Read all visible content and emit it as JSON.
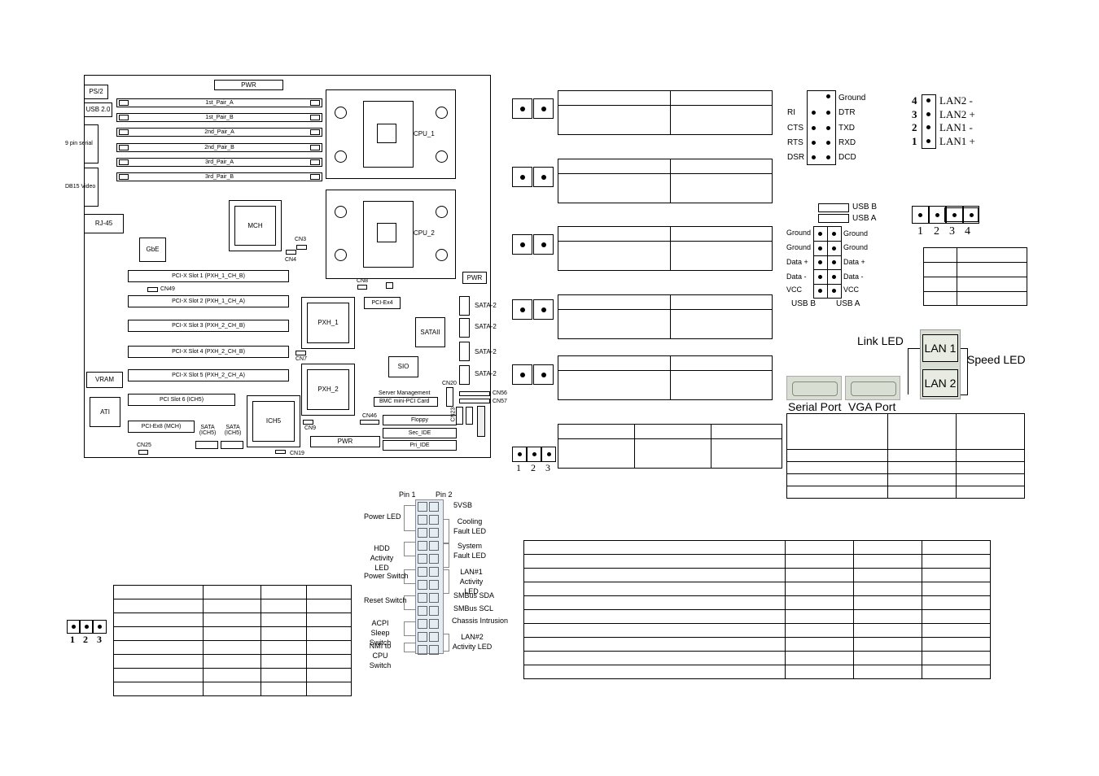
{
  "board": {
    "ps2": "PS/2",
    "usb20": "USB 2.0",
    "serial9": "9 pin serial",
    "db15": "DB15 Video",
    "rj45": "RJ-45",
    "gbe": "GbE",
    "mch": "MCH",
    "vram": "VRAM",
    "ati": "ATI",
    "pwr_top": "PWR",
    "pwr_right": "PWR",
    "pwr_bottom": "PWR",
    "cpu1": "CPU_1",
    "cpu2": "CPU_2",
    "dimms": [
      "1st_Pair_A",
      "1st_Pair_B",
      "2nd_Pair_A",
      "2nd_Pair_B",
      "3rd_Pair_A",
      "3rd_Pair_B"
    ],
    "pcix": [
      "PCI-X Slot 1 (PXH_1_CH_B)",
      "PCI-X Slot 2 (PXH_1_CH_A)",
      "PCI-X Slot 3 (PXH_2_CH_B)",
      "PCI-X Slot 4 (PXH_2_CH_B)",
      "PCI-X Slot 5 (PXH_2_CH_A)"
    ],
    "pci6": "PCI Slot 6 (ICH5)",
    "pciex8": "PCI-Ex8 (MCH)",
    "sata1": "SATA (ICH5)",
    "sata2": "SATA (ICH5)",
    "pxh1": "PXH_1",
    "pxh2": "PXH_2",
    "ich5": "ICH5",
    "pciex4": "PCI-Ex4",
    "sataii": "SATAII",
    "sio": "SIO",
    "server_mgmt": "Server Management",
    "bmc": "BMC mini-PCI Card",
    "floppy": "Floppy",
    "sec_ide": "Sec_IDE",
    "pri_ide": "Pri_IDE",
    "sata_right": [
      "SATA-2",
      "SATA-2",
      "SATA-2",
      "SATA-2"
    ],
    "cn3": "CN3",
    "cn4": "CN4",
    "cn49": "CN49",
    "cn8": "CN8",
    "cn7": "CN7",
    "cn9": "CN9",
    "cn46": "CN46",
    "cn19": "CN19",
    "cn25": "CN25",
    "cn20": "CN20",
    "cn23": "CN23",
    "cn56": "CN56",
    "cn57": "CN57"
  },
  "jumper3_nums": [
    "1",
    "2",
    "3"
  ],
  "jumper3_left_nums": [
    "1",
    "2",
    "3"
  ],
  "serial": {
    "left": [
      "RI",
      "CTS",
      "RTS",
      "DSR"
    ],
    "right": [
      "Ground",
      "DTR",
      "TXD",
      "RXD",
      "DCD"
    ]
  },
  "lan_pins": [
    {
      "num": "4",
      "label": "LAN2 -"
    },
    {
      "num": "3",
      "label": "LAN2 +"
    },
    {
      "num": "2",
      "label": "LAN1 -"
    },
    {
      "num": "1",
      "label": "LAN1 +"
    }
  ],
  "usb": {
    "usb_b": "USB B",
    "usb_a": "USB A",
    "left": [
      "Ground",
      "Ground",
      "Data +",
      "Data -",
      "VCC"
    ],
    "right": [
      "Ground",
      "Ground",
      "Data +",
      "Data -",
      "VCC"
    ],
    "bottom_b": "USB B",
    "bottom_a": "USB A"
  },
  "four_pin_nums": [
    "1",
    "2",
    "3",
    "4"
  ],
  "lan_leds": {
    "link": "Link LED",
    "speed": "Speed LED",
    "lan1": "LAN 1",
    "lan2": "LAN 2",
    "serial_port": "Serial Port",
    "vga_port": "VGA Port"
  },
  "front_panel": {
    "pin1": "Pin 1",
    "pin2": "Pin 2",
    "left": [
      "Power LED",
      "HDD Activity LED",
      "Power Switch",
      "Reset Switch",
      "ACPI Sleep Switch",
      "NMI to CPU Switch"
    ],
    "right": [
      "5VSB",
      "Cooling Fault LED",
      "System Fault LED",
      "LAN#1 Activity LED",
      "SMBus SDA",
      "SMBus SCL",
      "Chassis Intrusion",
      "LAN#2 Activity LED"
    ]
  }
}
